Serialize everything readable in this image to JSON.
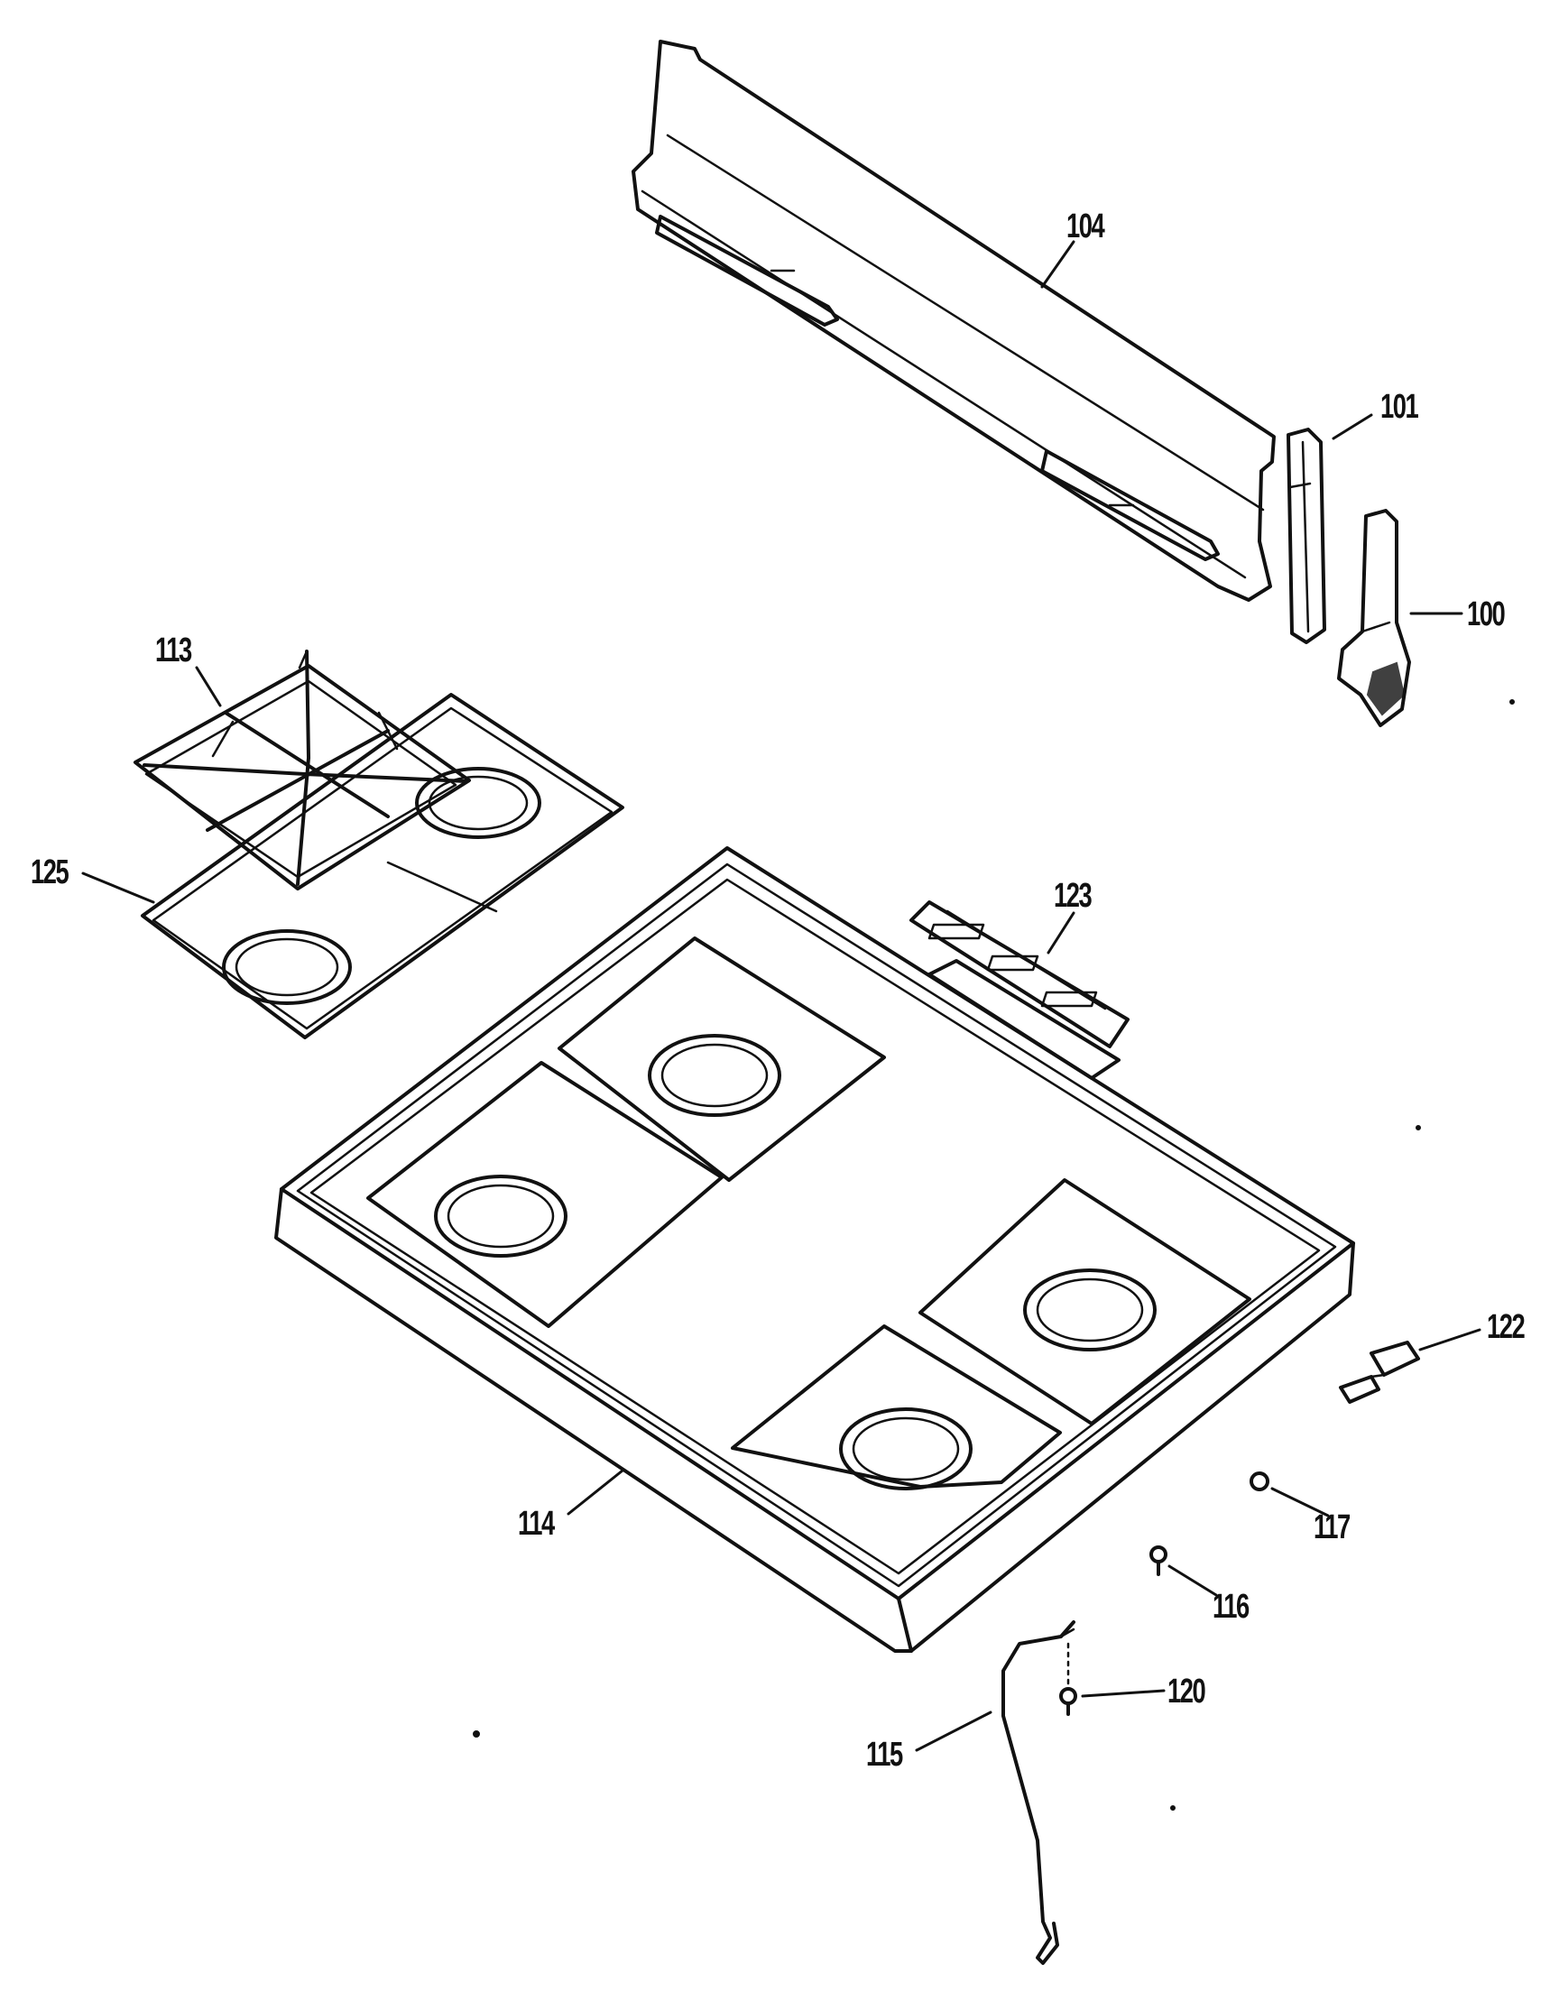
{
  "diagram": {
    "callouts": {
      "c104": "104",
      "c101": "101",
      "c100": "100",
      "c113": "113",
      "c125": "125",
      "c123": "123",
      "c114": "114",
      "c122": "122",
      "c117": "117",
      "c116": "116",
      "c120": "120",
      "c115": "115"
    }
  }
}
